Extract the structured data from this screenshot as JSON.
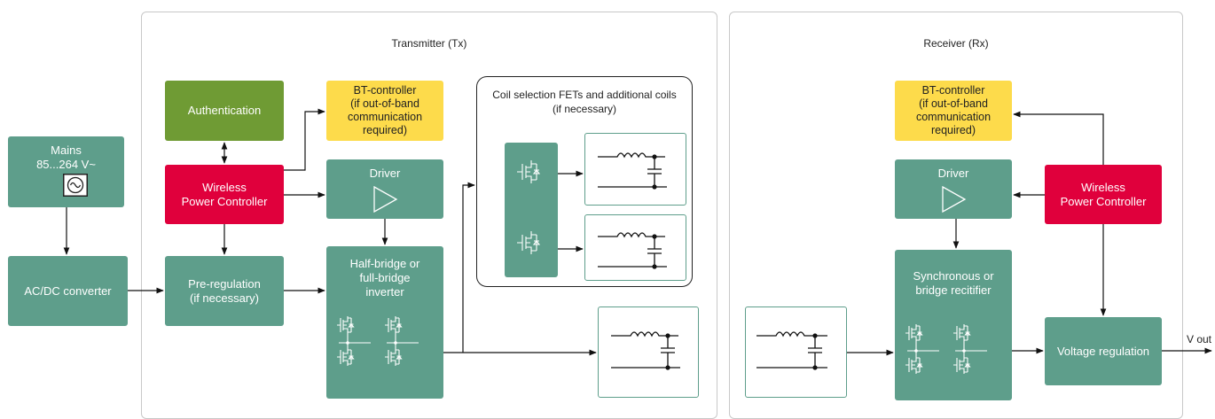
{
  "transmitter": {
    "title": "Transmitter (Tx)",
    "mains": {
      "label": "Mains",
      "voltage": "85...264 V~"
    },
    "acdc": "AC/DC converter",
    "authentication": "Authentication",
    "bt_controller": "BT-controller\n(if out-of-band\ncommunication\nrequired)",
    "wpc": "Wireless\nPower Controller",
    "driver": "Driver",
    "preregulation": "Pre-regulation\n(if necessary)",
    "inverter": "Half-bridge or\nfull-bridge\ninverter",
    "coil_selection": "Coil selection FETs and additional coils\n(if necessary)"
  },
  "receiver": {
    "title": "Receiver (Rx)",
    "bt_controller": "BT-controller\n(if out-of-band\ncommunication\nrequired)",
    "driver": "Driver",
    "wpc": "Wireless\nPower Controller",
    "rectifier": "Synchronous or\nbridge recitifier",
    "voltage_regulation": "Voltage regulation",
    "vout": "V out"
  },
  "colors": {
    "teal": "#5e9e8b",
    "red": "#e0003c",
    "green": "#6f9b34",
    "yellow": "#fddb4b",
    "frame": "#c8c8c8"
  },
  "icons": [
    "ac-source-icon",
    "amplifier-triangle-icon",
    "mosfet-icon",
    "lc-coil-circuit-icon"
  ]
}
